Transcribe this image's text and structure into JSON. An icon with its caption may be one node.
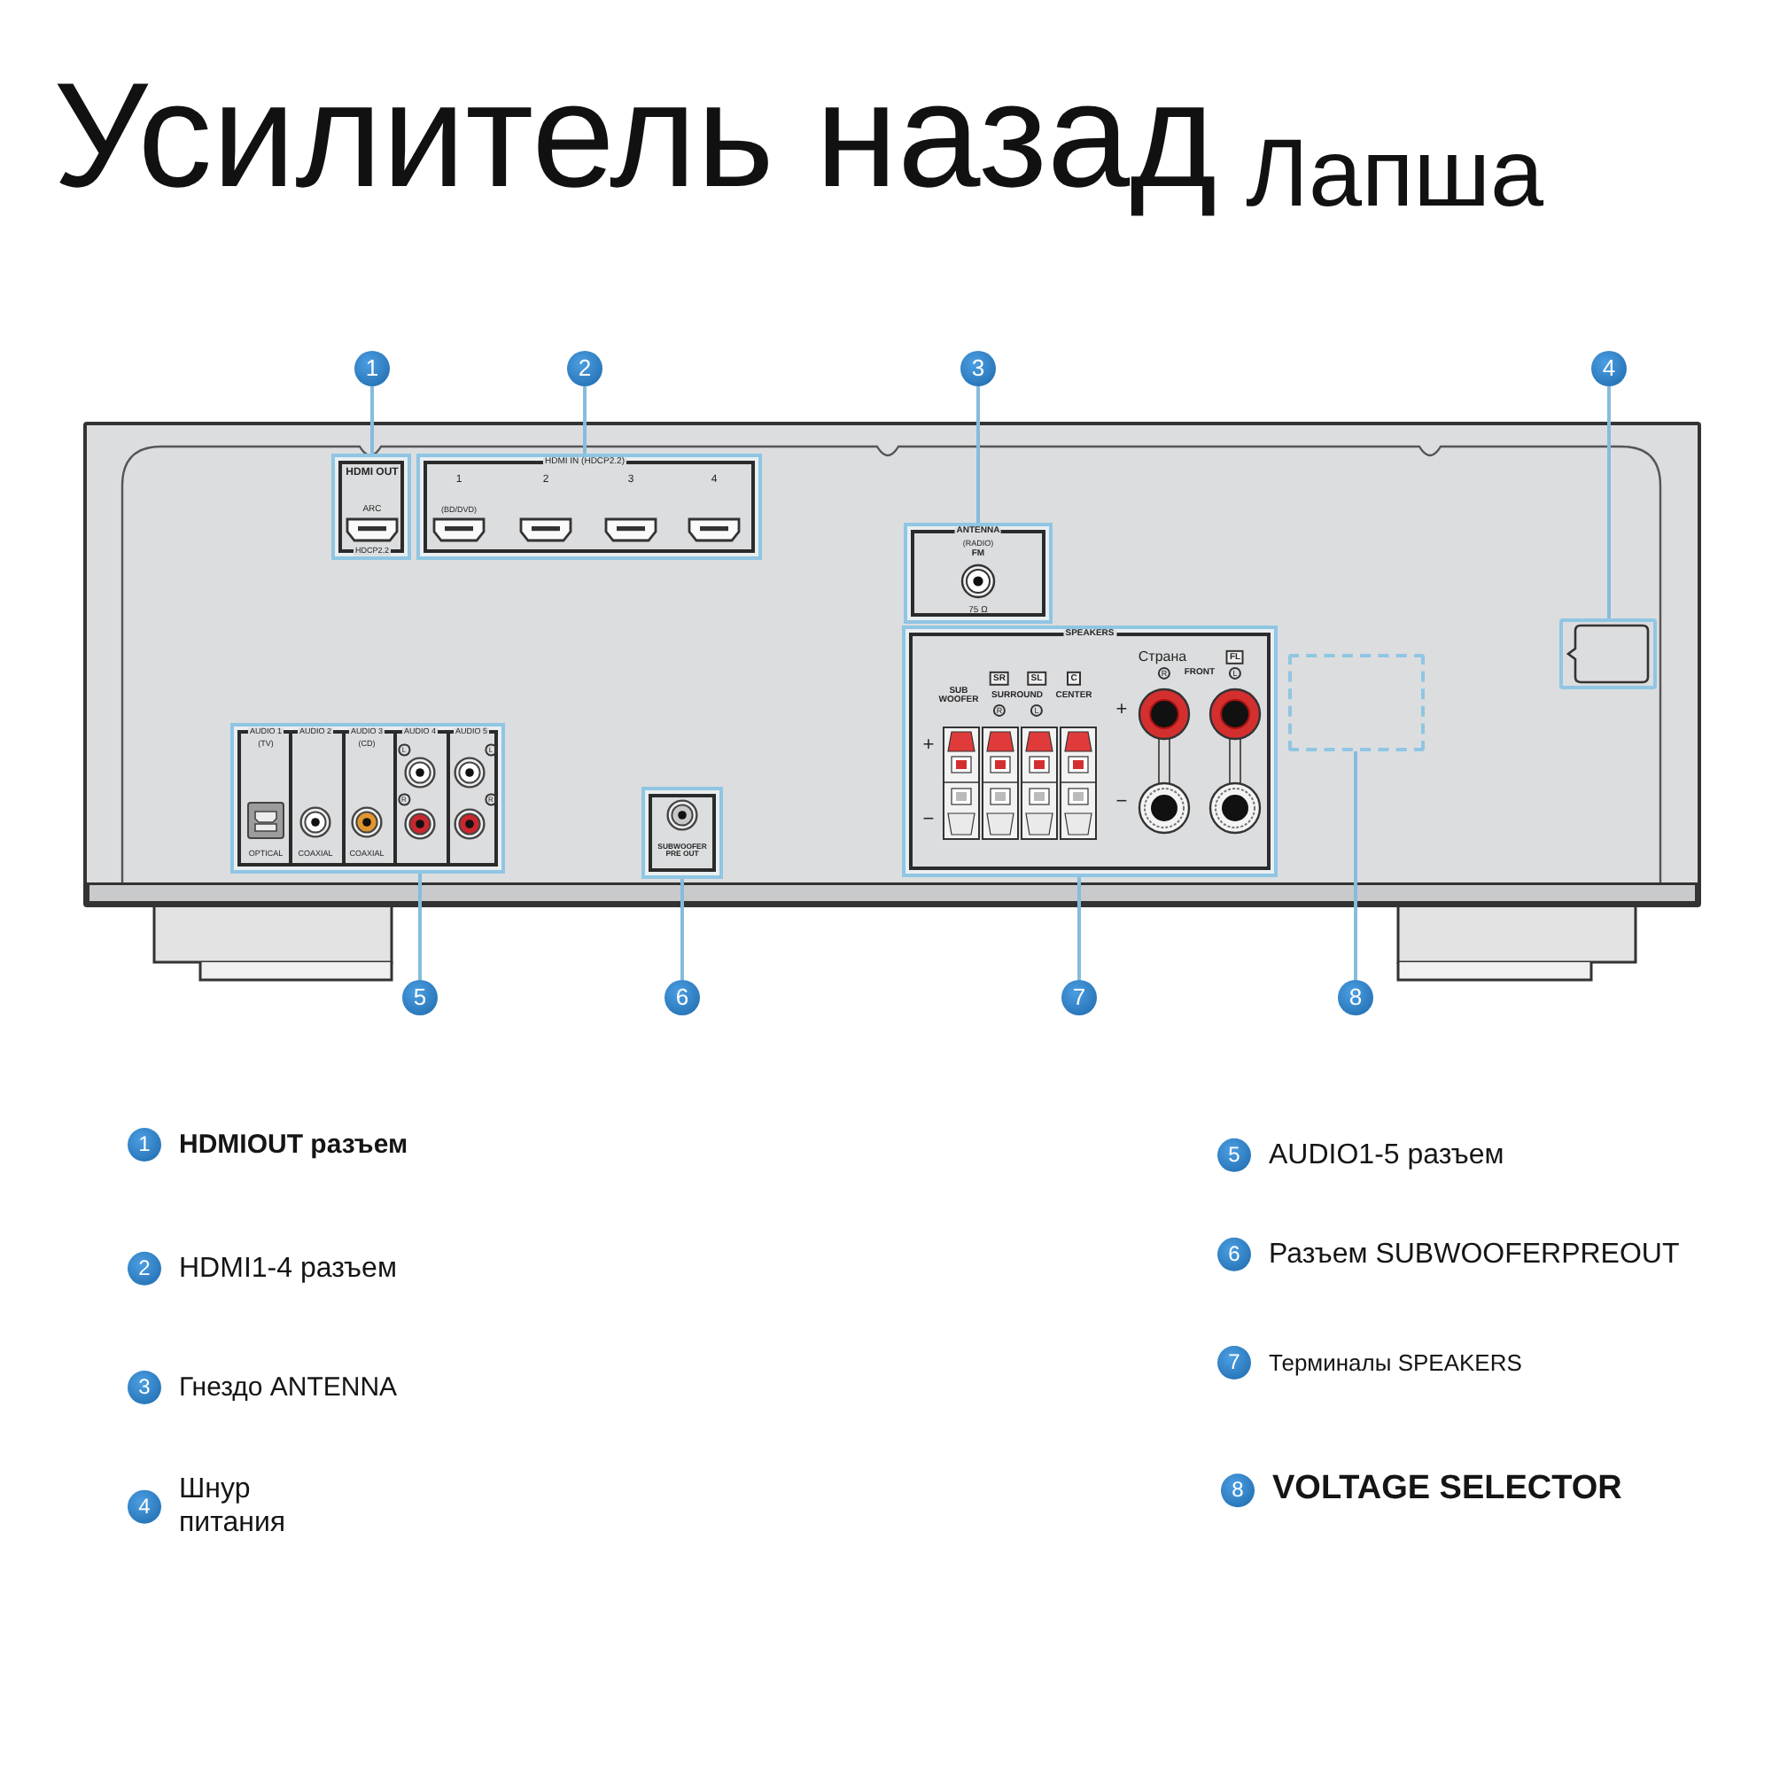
{
  "diagram": {
    "title": "Усилитель назад",
    "nodes": [
      {
        "text": [
          "1"
        ]
      },
      {
        "text": [
          "2"
        ]
      },
      {
        "text": [
          "3"
        ]
      },
      {
        "text": [
          "4"
        ]
      },
      {
        "text": [],
        "shape": "box"
      },
      {
        "text": [
          "HDMI OUT",
          "ARC",
          "HDCP2.2"
        ],
        "in": 4
      },
      {
        "text": [
          "HDMI IN (HDCP2.2)",
          "1",
          "2",
          "3",
          "4",
          "(BD/DVD)"
        ],
        "in": 4
      },
      {
        "text": [
          "ANTENNA",
          "(RADIO)",
          "FM",
          "75 Ω"
        ],
        "in": 4
      },
      {
        "text": [],
        "shape": "box",
        "in": 4
      },
      {
        "text": [
          "SPEAKERS",
          "SR",
          "SL",
          "C",
          "SUB WOOFER",
          "SURROUND",
          "CENTER",
          "R",
          "L",
          "+",
          "−",
          "Страна",
          "R",
          "FRONT",
          "FL",
          "L",
          "+",
          "−"
        ],
        "in": 4
      },
      {
        "text": [],
        "shape": "box",
        "in": 4
      },
      {
        "text": [
          "AUDIO 1",
          "(TV)",
          "AUDIO 2",
          "AUDIO 3",
          "(CD)",
          "AUDIO 4",
          "AUDIO 5",
          "L",
          "L",
          "R",
          "R",
          "OPTICAL",
          "COAXIAL",
          "COAXIAL"
        ],
        "in": 4
      },
      {
        "text": [
          "SUBWOOFER PRE OUT"
        ],
        "in": 4
      },
      {
        "text": [
          "5"
        ]
      },
      {
        "text": [
          "6"
        ]
      },
      {
        "text": [
          "7"
        ]
      },
      {
        "text": [
          "8"
        ]
      },
      {
        "text": [
          "1"
        ],
        "beside": [
          "HDMIOUT разъем"
        ]
      },
      {
        "text": [
          "2"
        ],
        "beside": [
          "HDMI1-4 разъем"
        ]
      },
      {
        "text": [
          "3"
        ],
        "beside": [
          "Гнездо ANTENNA"
        ]
      },
      {
        "text": [
          "4"
        ],
        "beside": [
          "Шнур питания"
        ]
      },
      {
        "text": [
          "5"
        ],
        "beside": [
          "AUDIO1-5 разъем"
        ]
      },
      {
        "text": [
          "6"
        ],
        "beside": [
          "Разъем SUBWOOFERPREOUT"
        ]
      },
      {
        "text": [
          "7"
        ],
        "beside": [
          "Терминалы SPEAKERS"
        ]
      },
      {
        "text": [
          "8"
        ],
        "beside": [
          "VOLTAGE SELECTOR"
        ]
      }
    ],
    "edges": [
      {
        "from": 0,
        "to": 5,
        "arrow": "none"
      },
      {
        "from": 1,
        "to": 6,
        "arrow": "none"
      },
      {
        "from": 2,
        "to": 7,
        "arrow": "none"
      },
      {
        "from": 3,
        "to": 8,
        "arrow": "none"
      },
      {
        "from": 13,
        "to": 11,
        "arrow": "none"
      },
      {
        "from": 14,
        "to": 12,
        "arrow": "none"
      },
      {
        "from": 15,
        "to": 9,
        "arrow": "none"
      },
      {
        "from": 16,
        "to": 10,
        "arrow": "none"
      }
    ],
    "labels": [
      "Лапша"
    ]
  }
}
